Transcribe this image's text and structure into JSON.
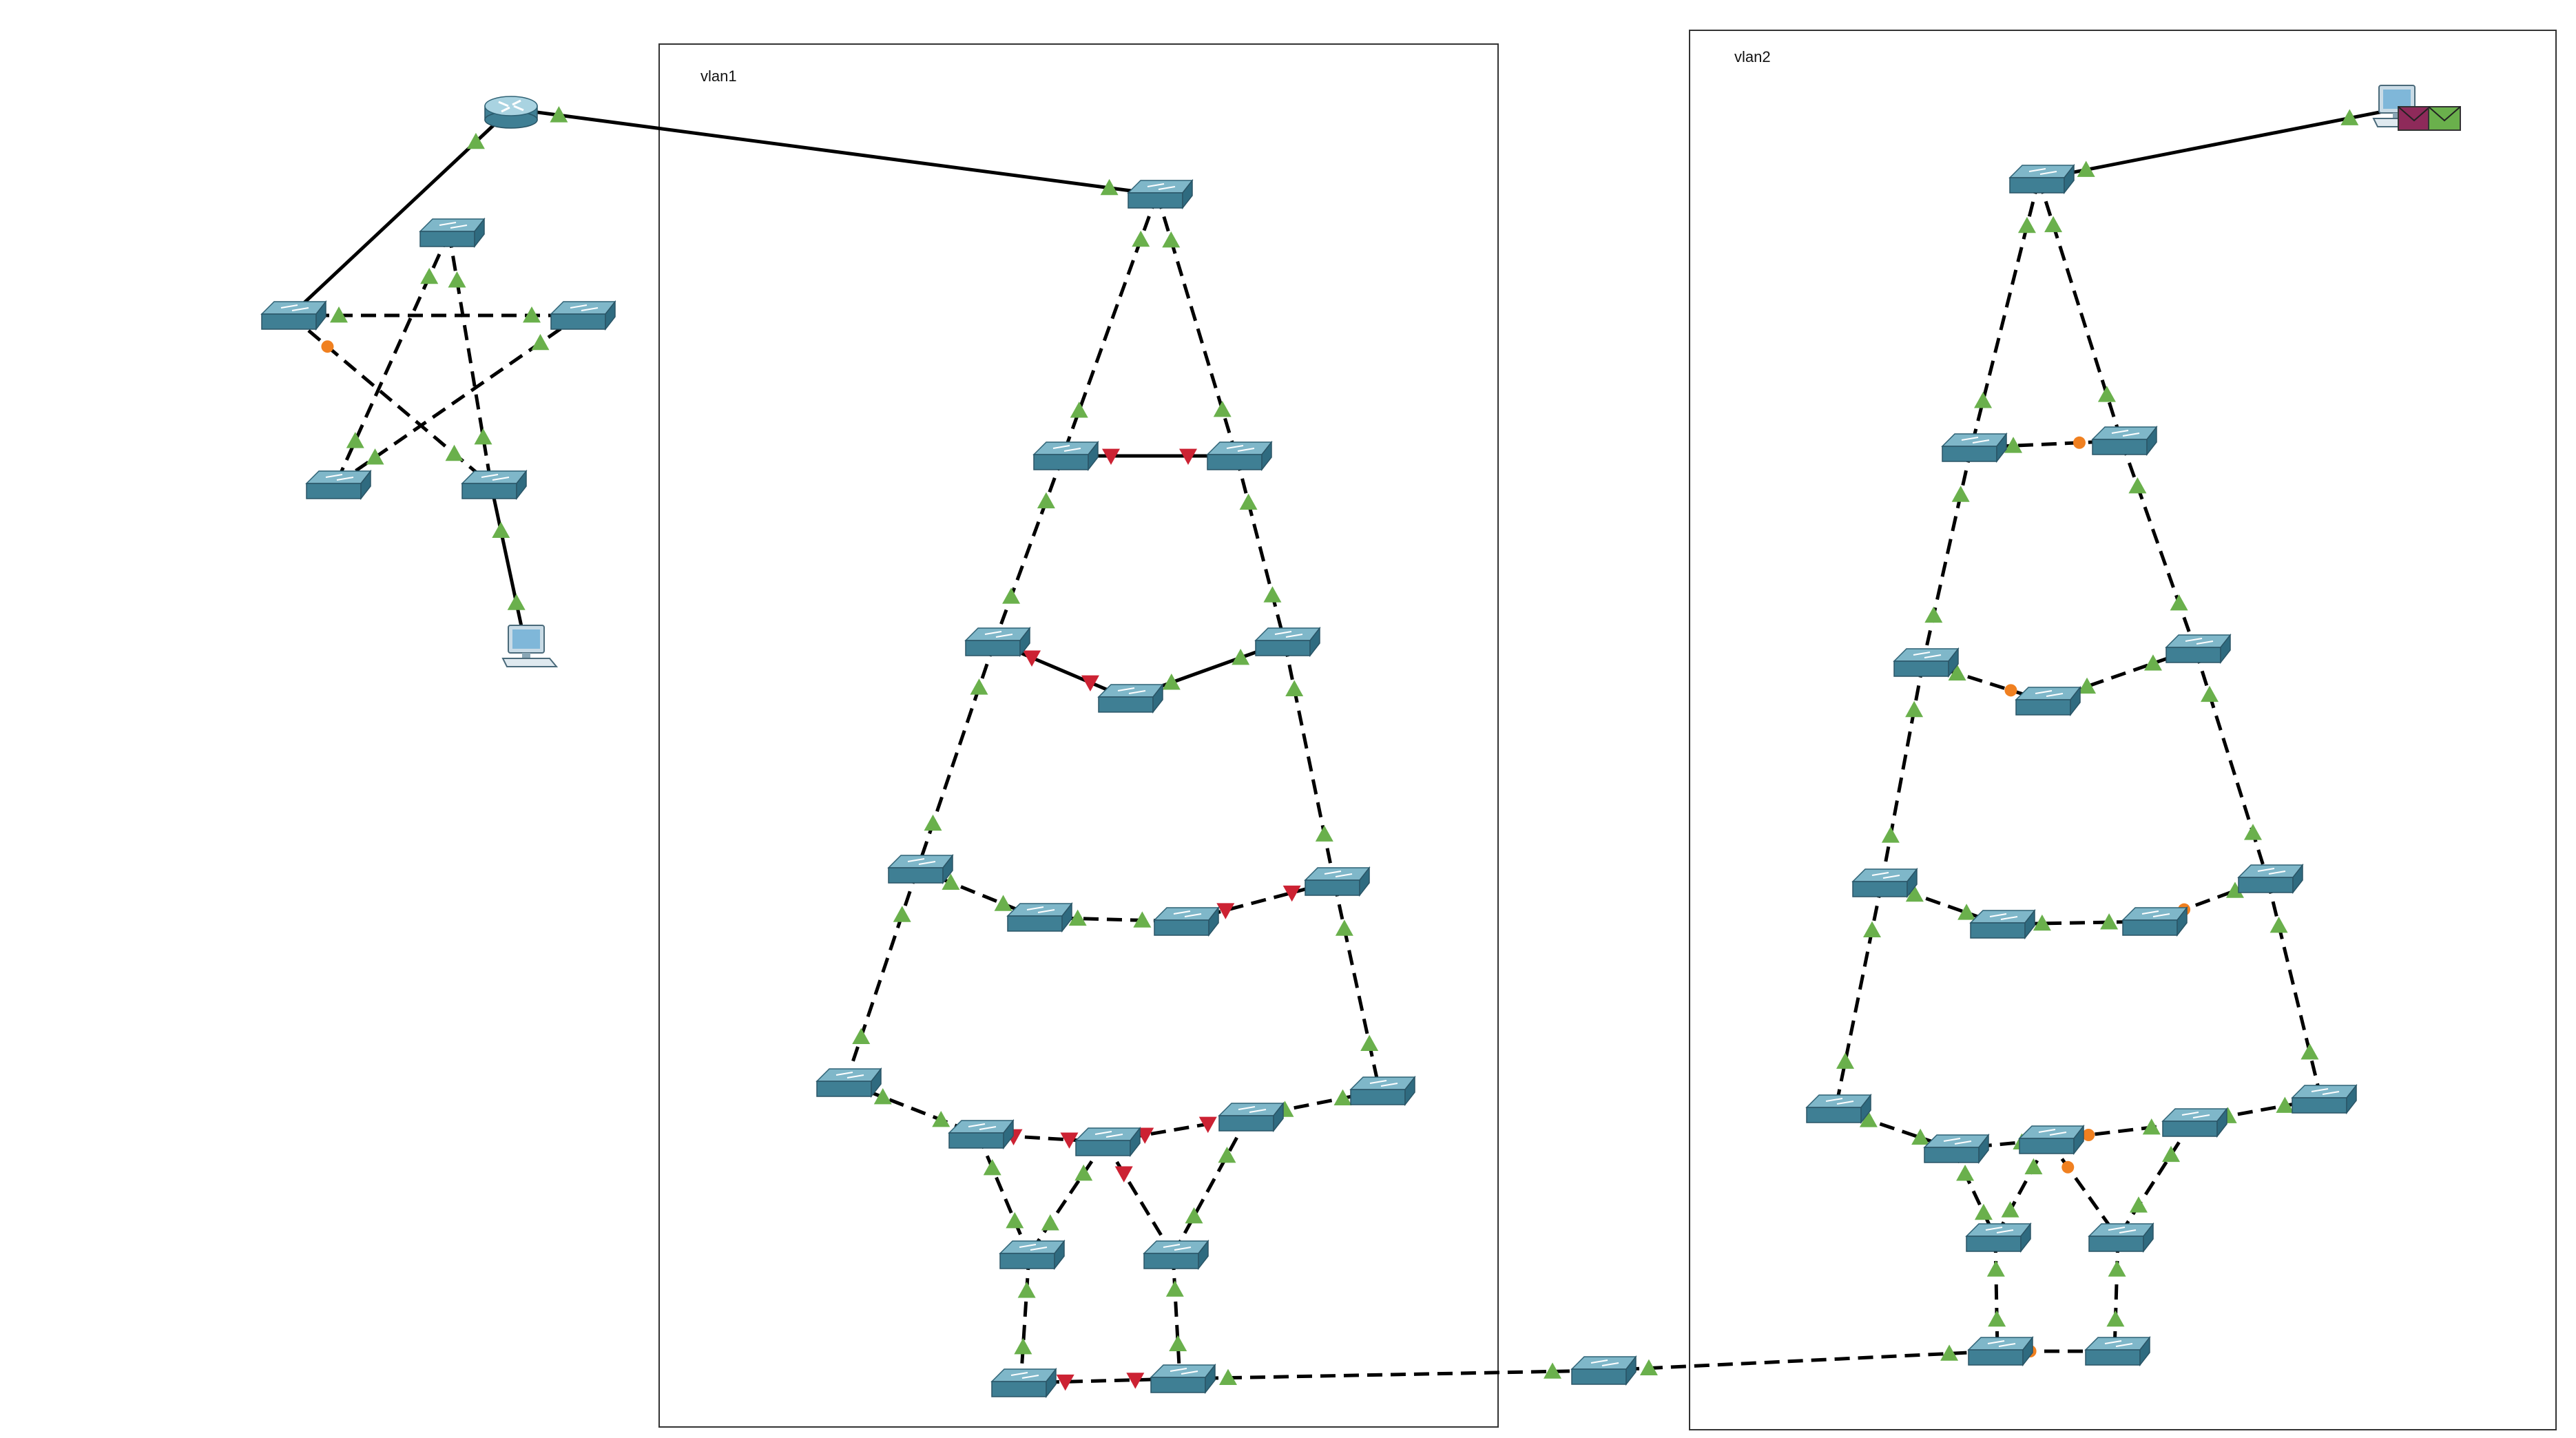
{
  "diagram": {
    "vlans": [
      {
        "id": "vlan1",
        "label": "vlan1"
      },
      {
        "id": "vlan2",
        "label": "vlan2"
      }
    ],
    "colors": {
      "link": "#000000",
      "switch_top": "#7fb7c9",
      "switch_side": "#3f7f94",
      "status_up": "#6ab04c",
      "status_down": "#cc2233",
      "status_blocking": "#f08020",
      "envelope_1": "#8e2a5a",
      "envelope_2": "#6ab04c"
    },
    "icons": {
      "switch": "switch-icon",
      "router": "router-icon",
      "pc": "pc-icon",
      "envelope": "envelope-icon"
    }
  }
}
